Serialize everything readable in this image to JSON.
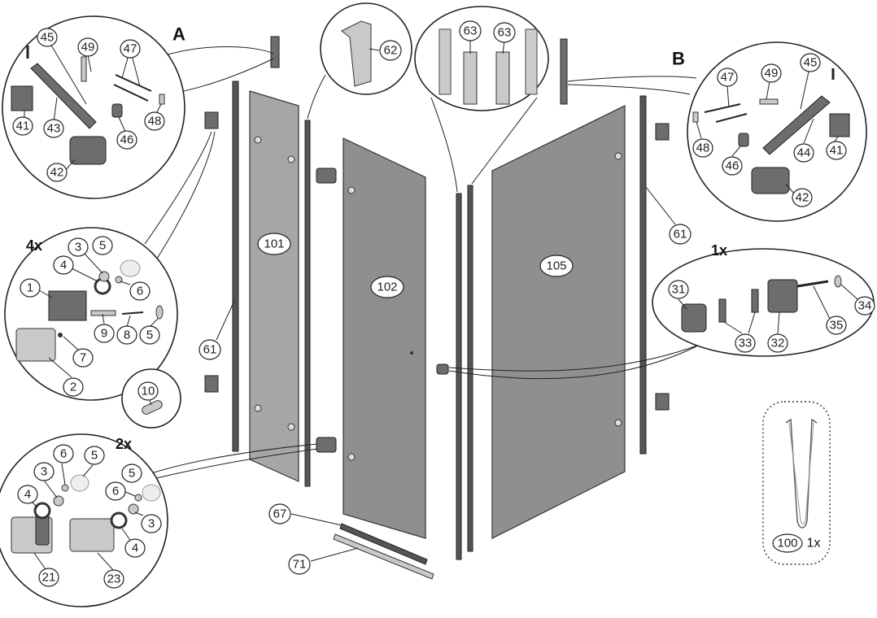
{
  "labels": {
    "callout_a": "A",
    "callout_b": "B",
    "qty_4x": "4x",
    "qty_2x": "2x",
    "qty_1x": "1x",
    "qty_100": "1x"
  },
  "panels": {
    "p101": "101",
    "p102": "102",
    "p105": "105"
  },
  "detail_a": {
    "n45": "45",
    "n49": "49",
    "n47": "47",
    "n41": "41",
    "n43": "43",
    "n46": "46",
    "n48": "48",
    "n42": "42"
  },
  "detail_62": {
    "n62": "62"
  },
  "detail_63": {
    "n63a": "63",
    "n63b": "63"
  },
  "detail_b": {
    "n47": "47",
    "n49": "49",
    "n45": "45",
    "n48": "48",
    "n46": "46",
    "n44": "44",
    "n41": "41",
    "n42": "42"
  },
  "detail_4x": {
    "n5a": "5",
    "n3": "3",
    "n4": "4",
    "n6": "6",
    "n1": "1",
    "n9": "9",
    "n8": "8",
    "n5b": "5",
    "n7": "7",
    "n2": "2"
  },
  "detail_10": {
    "n10": "10"
  },
  "detail_2x": {
    "n6a": "6",
    "n5a": "5",
    "n3a": "3",
    "n5b": "5",
    "n4a": "4",
    "n6b": "6",
    "n3b": "3",
    "n4b": "4",
    "n21": "21",
    "n23": "23"
  },
  "detail_1x": {
    "n31": "31",
    "n33": "33",
    "n32": "32",
    "n35": "35",
    "n34": "34"
  },
  "main": {
    "n61a": "61",
    "n61b": "61",
    "n67": "67",
    "n71": "71",
    "n100": "100"
  }
}
